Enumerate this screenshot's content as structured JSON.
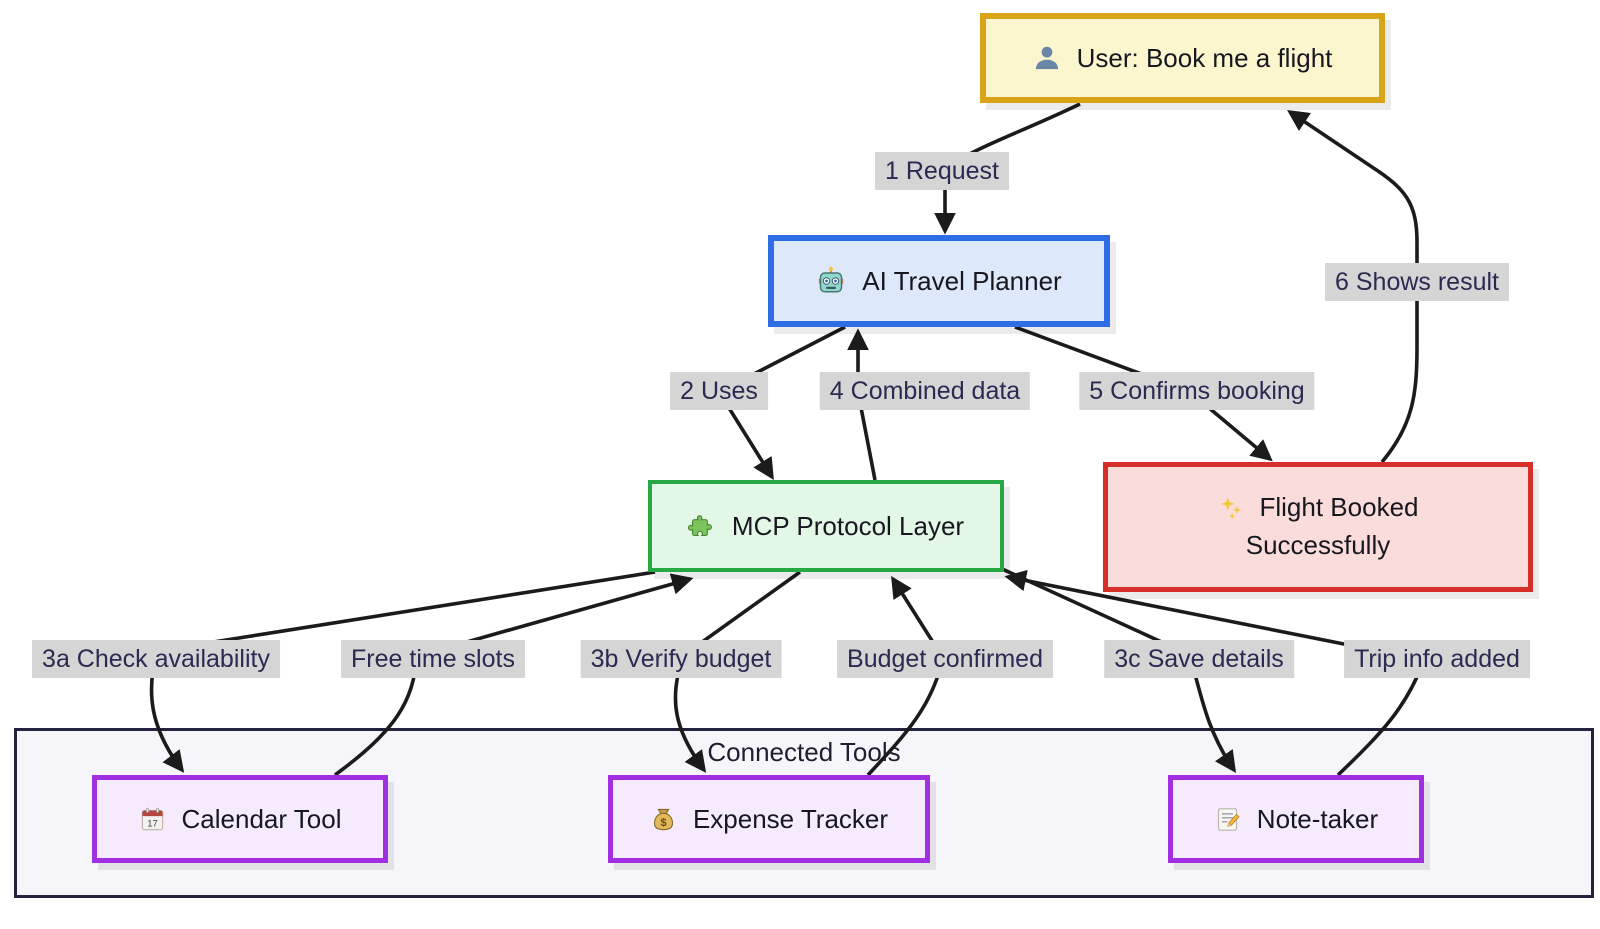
{
  "diagram": {
    "nodes": {
      "user": {
        "label": "User: Book me a flight",
        "icon": "person-icon",
        "border_color": "#d9a417",
        "fill_color": "#fcf6cf"
      },
      "ai_planner": {
        "label": "AI Travel Planner",
        "icon": "robot-icon",
        "border_color": "#2e6de6",
        "fill_color": "#dde9fb"
      },
      "mcp": {
        "label": "MCP Protocol Layer",
        "icon": "puzzle-icon",
        "border_color": "#28a745",
        "fill_color": "#e2f7e6"
      },
      "flight_booked": {
        "line1": "Flight Booked",
        "line2": "Successfully",
        "icon": "sparkles-icon",
        "border_color": "#d62f2a",
        "fill_color": "#fadcdb"
      },
      "calendar_tool": {
        "label": "Calendar Tool",
        "icon": "calendar-icon",
        "border_color": "#a12ee0",
        "fill_color": "#f5ebfc"
      },
      "expense_tracker": {
        "label": "Expense Tracker",
        "icon": "money-bag-icon",
        "border_color": "#a12ee0",
        "fill_color": "#f5ebfc"
      },
      "note_taker": {
        "label": "Note-taker",
        "icon": "memo-icon",
        "border_color": "#a12ee0",
        "fill_color": "#f5ebfc"
      }
    },
    "subgraph": {
      "title": "Connected Tools",
      "border_color": "#23233f",
      "fill_color": "#f6f6fa"
    },
    "edges": [
      {
        "id": "user-to-ai",
        "label": "1 Request"
      },
      {
        "id": "ai-to-mcp",
        "label": "2 Uses"
      },
      {
        "id": "mcp-to-ai",
        "label": "4 Combined data"
      },
      {
        "id": "ai-to-flight",
        "label": "5 Confirms booking"
      },
      {
        "id": "flight-to-user",
        "label": "6 Shows result"
      },
      {
        "id": "mcp-to-calendar",
        "label": "3a Check availability"
      },
      {
        "id": "calendar-to-mcp",
        "label": "Free time slots"
      },
      {
        "id": "mcp-to-expense",
        "label": "3b Verify budget"
      },
      {
        "id": "expense-to-mcp",
        "label": "Budget confirmed"
      },
      {
        "id": "mcp-to-note",
        "label": "3c Save details"
      },
      {
        "id": "note-to-mcp",
        "label": "Trip info added"
      }
    ],
    "icon_details": {
      "calendar_number": "17",
      "money_symbol": "$"
    },
    "edge_label_bg": "#d5d5d5",
    "edge_label_color": "#2a2a52",
    "line_color": "#1b1b1b"
  }
}
